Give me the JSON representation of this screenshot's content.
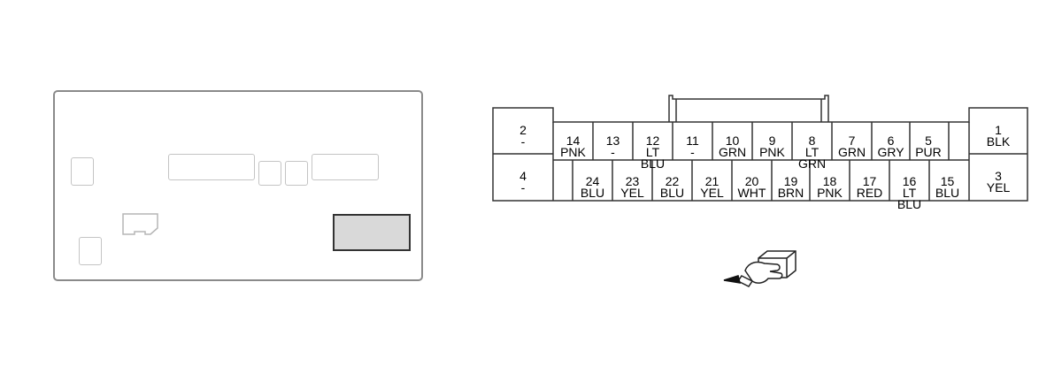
{
  "connector_top_row": [
    {
      "num": "2",
      "color": "-"
    },
    {
      "num": "14",
      "color": "PNK"
    },
    {
      "num": "13",
      "color": "-"
    },
    {
      "num": "12",
      "color": "LT\nBLU"
    },
    {
      "num": "11",
      "color": "-"
    },
    {
      "num": "10",
      "color": "GRN"
    },
    {
      "num": "9",
      "color": "PNK"
    },
    {
      "num": "8",
      "color": "LT\nGRN"
    },
    {
      "num": "7",
      "color": "GRN"
    },
    {
      "num": "6",
      "color": "GRY"
    },
    {
      "num": "5",
      "color": "PUR"
    },
    {
      "num": "1",
      "color": "BLK"
    }
  ],
  "connector_bottom_row": [
    {
      "num": "4",
      "color": "-"
    },
    {
      "num": "24",
      "color": "BLU"
    },
    {
      "num": "23",
      "color": "YEL"
    },
    {
      "num": "22",
      "color": "BLU"
    },
    {
      "num": "21",
      "color": "YEL"
    },
    {
      "num": "20",
      "color": "WHT"
    },
    {
      "num": "19",
      "color": "BRN"
    },
    {
      "num": "18",
      "color": "PNK"
    },
    {
      "num": "17",
      "color": "RED"
    },
    {
      "num": "16",
      "color": "LT\nBLU"
    },
    {
      "num": "15",
      "color": "BLU"
    },
    {
      "num": "3",
      "color": "YEL"
    }
  ],
  "icons": {
    "connector_view": "hand-pointing-connector-icon"
  },
  "colors": {
    "highlight_fill": "#d9d9d9",
    "outline": "#333333"
  }
}
